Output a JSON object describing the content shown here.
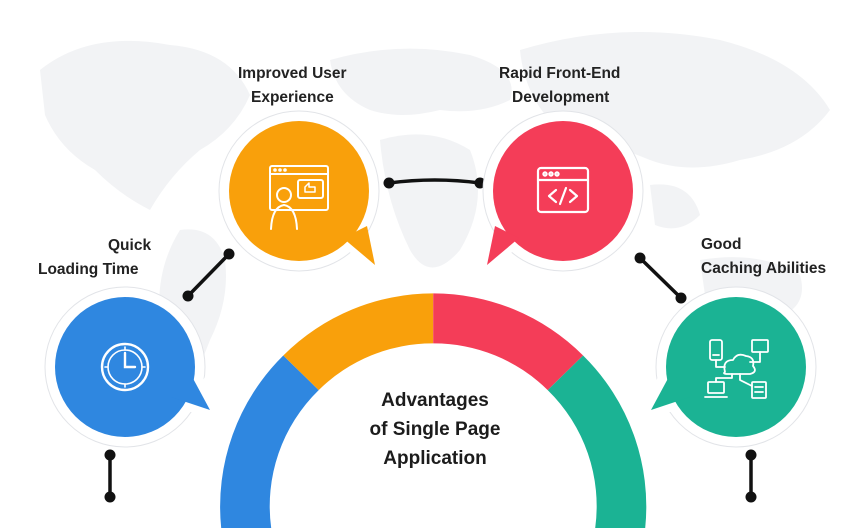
{
  "center_title": {
    "line1": "Advantages",
    "line2": "of Single Page",
    "line3": "Application"
  },
  "advantages": [
    {
      "line1": "Quick",
      "line2": "Loading Time",
      "icon": "clock-icon",
      "color": "#2f87e0"
    },
    {
      "line1": "Improved User",
      "line2": "Experience",
      "icon": "user-feedback-icon",
      "color": "#f9a00b"
    },
    {
      "line1": "Rapid Front-End",
      "line2": "Development",
      "icon": "code-window-icon",
      "color": "#f43d58"
    },
    {
      "line1": "Good",
      "line2": "Caching Abilities",
      "icon": "network-cache-icon",
      "color": "#1bb394"
    }
  ]
}
